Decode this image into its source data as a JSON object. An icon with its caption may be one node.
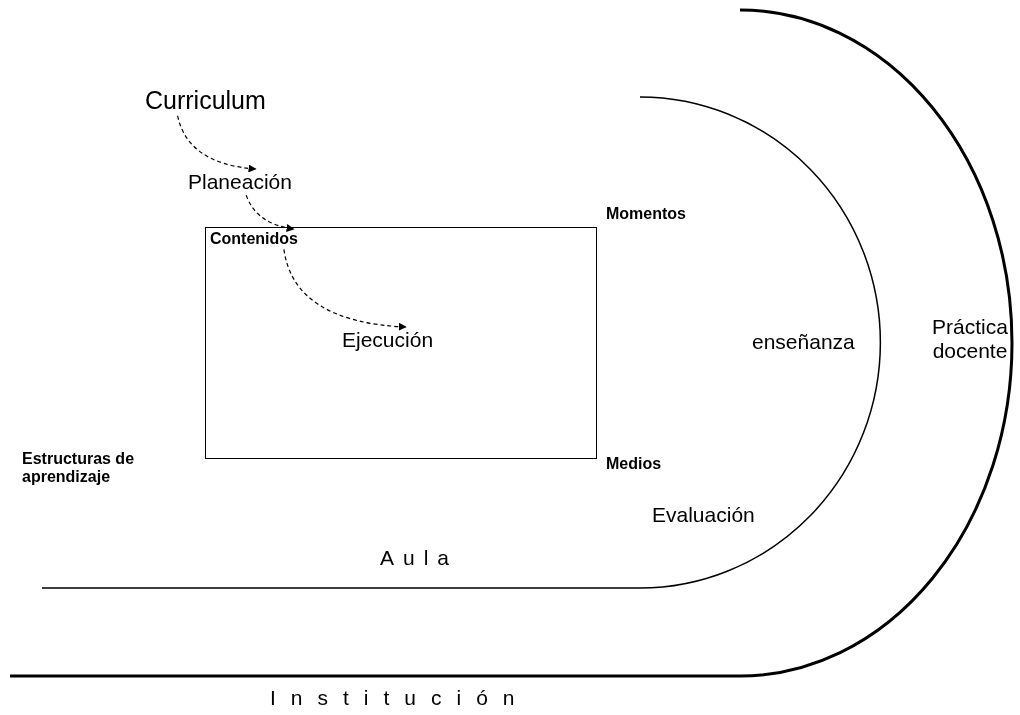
{
  "diagram": {
    "nodes": [
      {
        "text": [
          "Curriculum"
        ]
      },
      {
        "text": [
          "Planeación"
        ]
      },
      {
        "text": [],
        "shape": "box"
      },
      {
        "text": [
          "Contenidos"
        ],
        "in": 2
      },
      {
        "text": [
          "Ejecución"
        ],
        "in": 2
      }
    ],
    "edges": [
      {
        "from": 0,
        "to": 1,
        "arrow": "to",
        "style": "dashed"
      },
      {
        "from": 1,
        "to": 3,
        "arrow": "to",
        "style": "dashed"
      },
      {
        "from": 3,
        "to": 4,
        "arrow": "to",
        "style": "dashed"
      }
    ],
    "labels": [
      "Momentos",
      "enseñanza",
      "Práctica docente",
      "Estructuras de aprendizaje",
      "Medios",
      "Evaluación",
      "Aula",
      "Institución"
    ]
  }
}
